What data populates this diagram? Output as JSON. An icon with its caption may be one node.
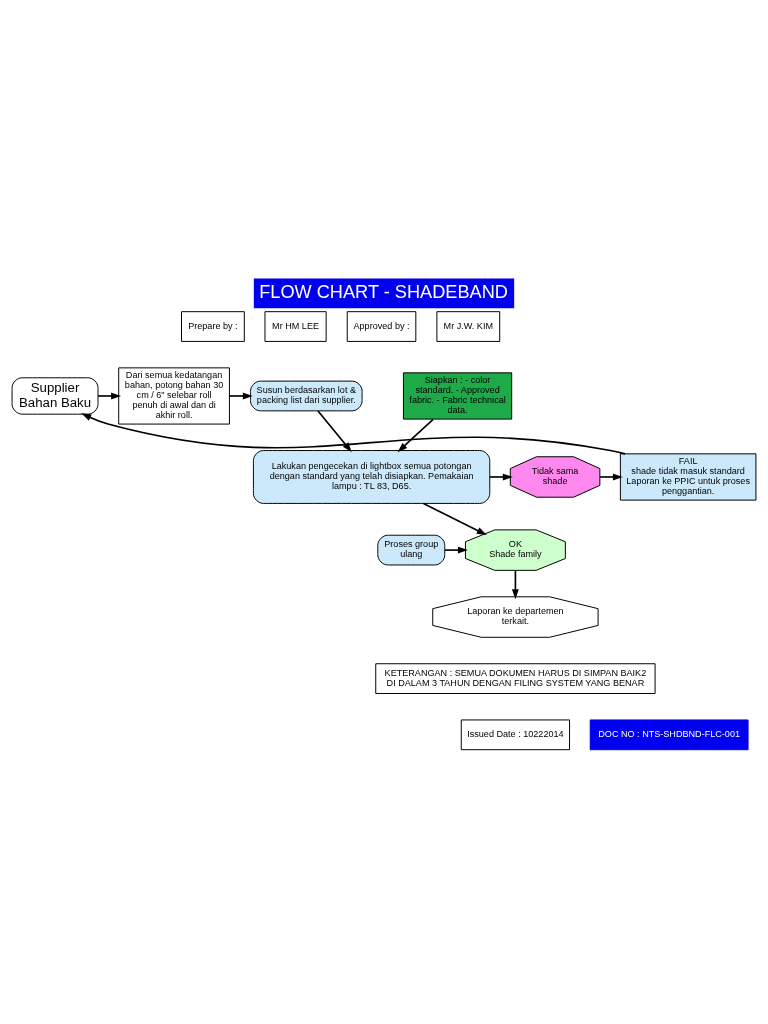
{
  "diagram": {
    "title": "FLOW CHART - SHADEBAND",
    "nodes": [
      {
        "text": [
          "Supplier Bahan Baku"
        ]
      },
      {
        "text": [
          "Dari semua kedatangan bahan, potong bahan 30 cm / 6\" selebar roll penuh di awal dan di akhir roll."
        ]
      },
      {
        "text": [
          "Susun berdasarkan lot & packing list dari supplier."
        ]
      },
      {
        "text": [
          "Siapkan : - color standard. - Approved fabric. - Fabric technical data."
        ]
      },
      {
        "text": [
          "FAIL",
          "shade tidak masuk standard Laporan ke PPIC untuk proses penggantian."
        ]
      },
      {
        "text": [
          "Tidak sama shade"
        ]
      },
      {
        "text": [
          "Lakukan pengecekan di lightbox semua potongan dengan standard yang telah disiapkan. Pemakaian lampu : TL 83, D65."
        ]
      },
      {
        "text": [
          "Proses group ulang"
        ]
      },
      {
        "text": [
          "OK",
          "Shade family"
        ]
      },
      {
        "text": [
          "Laporan ke departemen terkait."
        ]
      },
      {
        "text": [
          "KETERANGAN : SEMUA DOKUMEN HARUS DI SIMPAN BAIK2 DI DALAM 3 TAHUN DENGAN FILING SYSTEM YANG BENAR"
        ]
      }
    ],
    "edges": [
      {
        "from": 0,
        "to": 1,
        "arrow": "to"
      },
      {
        "from": 1,
        "to": 2,
        "arrow": "to"
      },
      {
        "from": 2,
        "to": 6,
        "arrow": "to"
      },
      {
        "from": 3,
        "to": 6,
        "arrow": "to"
      },
      {
        "from": 6,
        "to": 5,
        "arrow": "to"
      },
      {
        "from": 5,
        "to": 4,
        "arrow": "to"
      },
      {
        "from": 4,
        "to": 0,
        "arrow": "to"
      },
      {
        "from": 6,
        "to": 8,
        "arrow": "to"
      },
      {
        "from": 7,
        "to": 8,
        "arrow": "to"
      },
      {
        "from": 8,
        "to": 9,
        "arrow": "to"
      }
    ],
    "labels": [
      "Prepare by :",
      "Mr HM LEE",
      "Approved by :",
      "Mr J.W. KIM",
      "Issued Date : 10222014",
      "DOC NO : NTS-SHDBND-FLC-001"
    ]
  }
}
